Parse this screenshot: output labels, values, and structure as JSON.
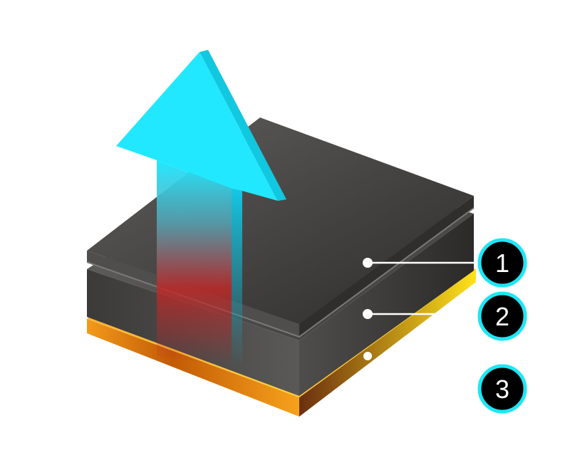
{
  "diagram": {
    "layers": [
      {
        "number": "1",
        "fill": "#3c3a39"
      },
      {
        "number": "2",
        "fill": "#454443"
      },
      {
        "number": "3",
        "fill": "#f08a10"
      }
    ],
    "arrow": {
      "tip_color": "#22e8ff",
      "base_color": "#c02020"
    },
    "badge": {
      "fill": "#000000",
      "ring": "#1ee6f5",
      "text_color": "#ffffff"
    },
    "leader_color": "#ffffff"
  }
}
